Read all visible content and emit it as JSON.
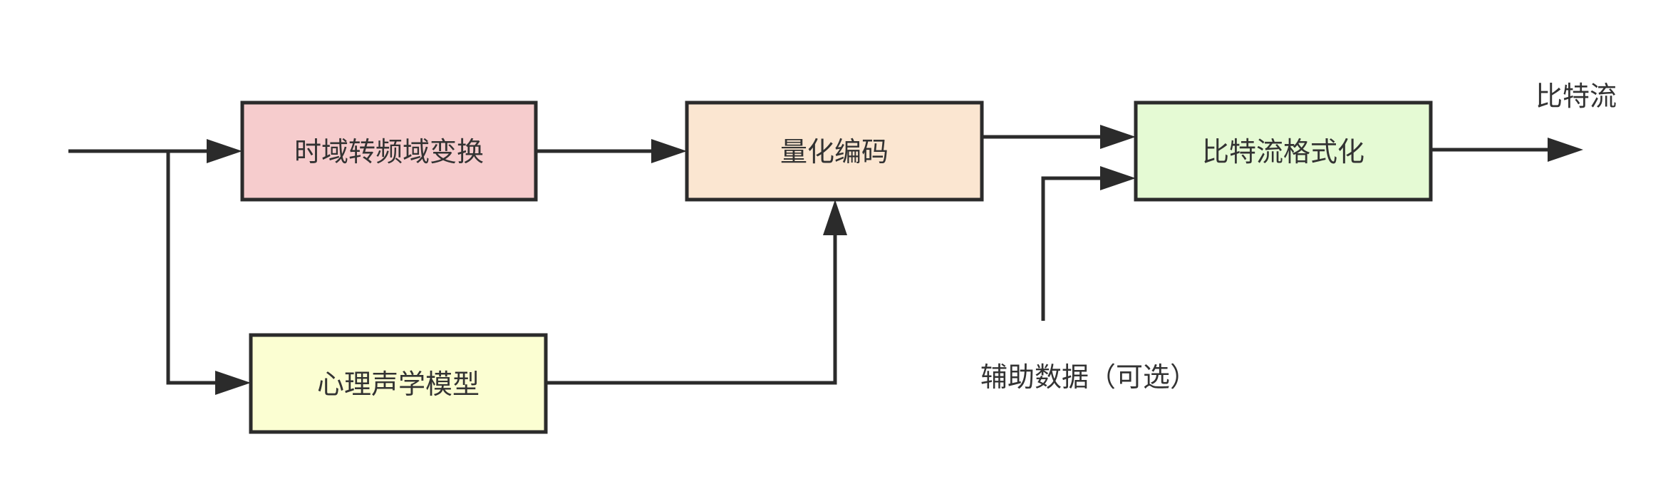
{
  "nodes": {
    "transform": {
      "label": "时域转频域变换",
      "color": "#f6cccd"
    },
    "quantize": {
      "label": "量化编码",
      "color": "#fbe6d1"
    },
    "format": {
      "label": "比特流格式化",
      "color": "#e5fad4"
    },
    "psycho": {
      "label": "心理声学模型",
      "color": "#fbfed2"
    }
  },
  "labels": {
    "output": "比特流",
    "aux": "辅助数据（可选）"
  },
  "edges": [
    {
      "from": "input",
      "to": "transform"
    },
    {
      "from": "input",
      "to": "psycho"
    },
    {
      "from": "transform",
      "to": "quantize"
    },
    {
      "from": "psycho",
      "to": "quantize"
    },
    {
      "from": "quantize",
      "to": "format"
    },
    {
      "from": "aux",
      "to": "format"
    },
    {
      "from": "format",
      "to": "output"
    }
  ],
  "colors": {
    "line": "#2b2b2b",
    "text": "#333333"
  }
}
